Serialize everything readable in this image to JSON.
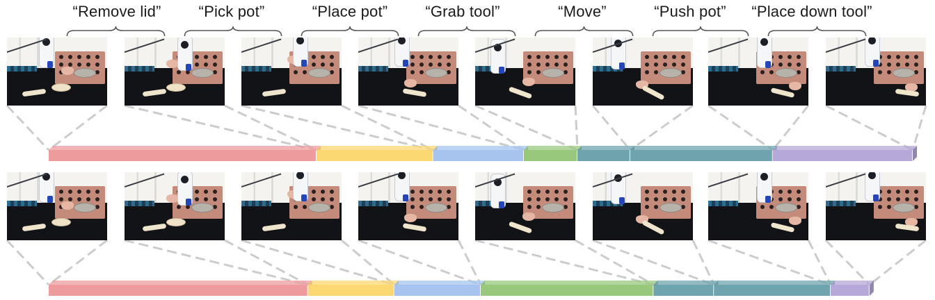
{
  "labels": [
    {
      "text": "“Remove lid”"
    },
    {
      "text": "“Pick pot”"
    },
    {
      "text": "“Place pot”"
    },
    {
      "text": "“Grab tool”"
    },
    {
      "text": "“Move”"
    },
    {
      "text": "“Push pot”"
    },
    {
      "text": "“Place down tool”"
    }
  ],
  "colors": {
    "remove_lid": "#ee9b9e",
    "pick_pot": "#fcd872",
    "place_pot": "#a7c4ef",
    "grab_tool": "#98c87c",
    "move": "#6fa4ae",
    "push_pot": "#6fa4ae",
    "place_down_tool": "#b6a8d8",
    "connector": "#cccccc",
    "brace": "#555555"
  },
  "rows": [
    {
      "name": "top",
      "segments": [
        {
          "segment": "remove_lid",
          "start": 0.0,
          "end": 0.31
        },
        {
          "segment": "pick_pot",
          "start": 0.31,
          "end": 0.445
        },
        {
          "segment": "place_pot",
          "start": 0.445,
          "end": 0.55
        },
        {
          "segment": "grab_tool",
          "start": 0.55,
          "end": 0.612
        },
        {
          "segment": "move",
          "start": 0.612,
          "end": 0.673
        },
        {
          "segment": "push_pot",
          "start": 0.673,
          "end": 0.838
        },
        {
          "segment": "place_down_tool",
          "start": 0.838,
          "end": 1.0
        }
      ]
    },
    {
      "name": "bottom",
      "segments": [
        {
          "segment": "remove_lid",
          "start": 0.0,
          "end": 0.3
        },
        {
          "segment": "pick_pot",
          "start": 0.3,
          "end": 0.4
        },
        {
          "segment": "place_pot",
          "start": 0.4,
          "end": 0.5
        },
        {
          "segment": "grab_tool",
          "start": 0.5,
          "end": 0.7
        },
        {
          "segment": "move",
          "start": 0.7,
          "end": 0.77
        },
        {
          "segment": "push_pot",
          "start": 0.77,
          "end": 0.905
        },
        {
          "segment": "place_down_tool",
          "start": 0.905,
          "end": 0.95
        }
      ]
    }
  ],
  "frames": [
    {
      "scene": "remove-lid"
    },
    {
      "scene": "pick-pot"
    },
    {
      "scene": "place-pot"
    },
    {
      "scene": "grab-tool"
    },
    {
      "scene": "move"
    },
    {
      "scene": "push-pot"
    },
    {
      "scene": "place-down-tool"
    },
    {
      "scene": "end"
    }
  ]
}
